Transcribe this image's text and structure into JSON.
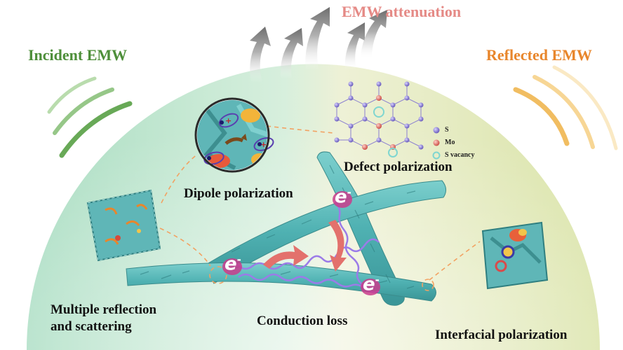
{
  "labels": {
    "incident": "Incident EMW",
    "attenuation": "EMW attenuation",
    "reflected": "Reflected EMW",
    "dipole": "Dipole polarization",
    "defect": "Defect polarization",
    "multiple_line1": "Multiple reflection",
    "multiple_line2": "and scattering",
    "conduction": "Conduction loss",
    "interfacial": "Interfacial polarization"
  },
  "legend": [
    {
      "name": "S",
      "color": "#7b6fc8",
      "icon": "purple-sphere"
    },
    {
      "name": "Mo",
      "color": "#e06a6a",
      "icon": "red-sphere"
    },
    {
      "name": "S vacancy",
      "color": "#7fd6d0",
      "icon": "cyan-ring"
    }
  ],
  "electron": {
    "symbol": "e",
    "charge": "-"
  },
  "colors": {
    "incident": "#4e8f3a",
    "attenuation": "#e58a86",
    "reflected": "#e8862c",
    "fiber": "#4fb3b4",
    "dome_left": "#bfe6cf",
    "dome_right": "#e3e8b8"
  }
}
